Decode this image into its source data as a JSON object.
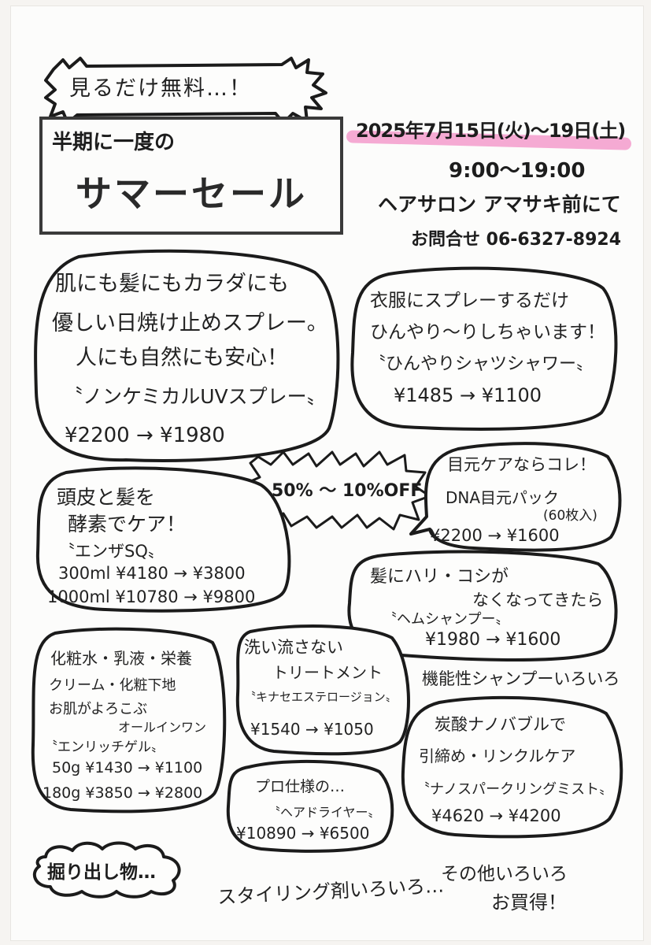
{
  "header": {
    "free_to_look": "見るだけ無料…！",
    "sale_prefix": "半期に一度の",
    "sale_title": "サマーセール",
    "date_range": "2025年7月15日(火)〜19日(土)",
    "hours": "9:00〜19:00",
    "location": "ヘアサロン アマサキ前にて",
    "contact": "お問合せ 06-6327-8924"
  },
  "discount_burst": "50% 〜 10%OFF",
  "items": {
    "uv_spray": {
      "lines": [
        "肌にも髪にもカラダにも",
        "優しい日焼け止めスプレー。",
        "人にも自然にも安心！"
      ],
      "name": "〝ノンケミカルUVスプレー〟",
      "price": "¥2200 → ¥1980"
    },
    "cool_shirt": {
      "lines": [
        "衣服にスプレーするだけ",
        "ひんやり〜りしちゃいます！"
      ],
      "name": "〝ひんやりシャツシャワー〟",
      "price": "¥1485 → ¥1100"
    },
    "enzyme": {
      "lines": [
        "頭皮と髪を",
        "酵素でケア！"
      ],
      "name": "〝エンザSQ〟",
      "price_1": "300ml ¥4180 → ¥3800",
      "price_2": "1000ml ¥10780 → ¥9800"
    },
    "eye_pack": {
      "lines": [
        "目元ケアならコレ！"
      ],
      "name": "DNA目元パック",
      "count": "(60枚入)",
      "price": "¥2200 → ¥1600"
    },
    "hem_shampoo": {
      "lines": [
        "髪にハリ・コシが",
        "なくなってきたら"
      ],
      "name": "〝ヘムシャンプー〟",
      "price": "¥1980 → ¥1600"
    },
    "functional_shampoo": "機能性シャンプーいろいろ",
    "all_in_one": {
      "lines": [
        "化粧水・乳液・栄養",
        "クリーム・化粧下地",
        "お肌がよろこぶ",
        "オールインワン"
      ],
      "name": "〝エンリッチゲル〟",
      "price_1": "50g ¥1430 → ¥1100",
      "price_2": "180g ¥3850 → ¥2800"
    },
    "treatment": {
      "lines": [
        "洗い流さない",
        "トリートメント"
      ],
      "name": "〝キナセエステロージョン〟",
      "price": "¥1540 → ¥1050"
    },
    "nano_mist": {
      "lines": [
        "炭酸ナノバブルで",
        "引締め・リンクルケア"
      ],
      "name": "〝ナノスパークリングミスト〟",
      "price": "¥4620 → ¥4200"
    },
    "dryer": {
      "lines": [
        "プロ仕様の…"
      ],
      "name": "〝ヘアドライヤー〟",
      "price": "¥10890 → ¥6500"
    }
  },
  "footer": {
    "bargains": "掘り出し物…",
    "styling": "スタイリング剤いろいろ…",
    "others_1": "その他いろいろ",
    "others_2": "お買得！"
  }
}
